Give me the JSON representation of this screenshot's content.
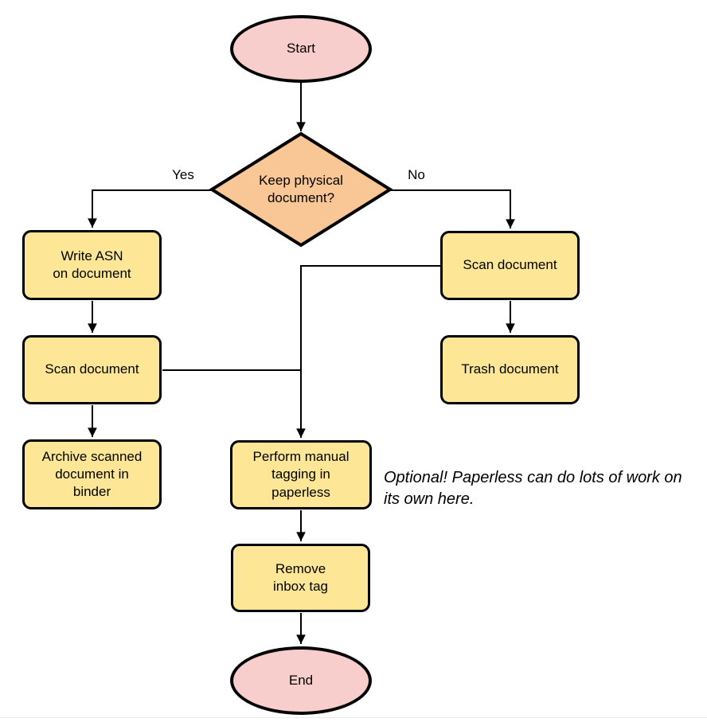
{
  "flowchart": {
    "nodes": {
      "start": {
        "label": "Start",
        "shape": "terminator"
      },
      "decision": {
        "label": "Keep physical\ndocument?",
        "shape": "decision"
      },
      "write_asn": {
        "label": "Write ASN\non document",
        "shape": "process"
      },
      "scan_keep": {
        "label": "Scan document",
        "shape": "process"
      },
      "archive": {
        "label": "Archive scanned\ndocument in\nbinder",
        "shape": "process"
      },
      "scan_discard": {
        "label": "Scan document",
        "shape": "process"
      },
      "trash": {
        "label": "Trash document",
        "shape": "process"
      },
      "tagging": {
        "label": "Perform manual\ntagging in\npaperless",
        "shape": "process"
      },
      "remove_inbox": {
        "label": "Remove\ninbox tag",
        "shape": "process"
      },
      "end": {
        "label": "End",
        "shape": "terminator"
      }
    },
    "edge_labels": {
      "yes": "Yes",
      "no": "No"
    },
    "annotation": "Optional! Paperless can do lots of work on\nits own here.",
    "colors": {
      "terminator_fill": "#f8cecc",
      "process_fill": "#fde796",
      "decision_fill": "#f9c795",
      "stroke": "#000000",
      "text": "#000000"
    }
  }
}
